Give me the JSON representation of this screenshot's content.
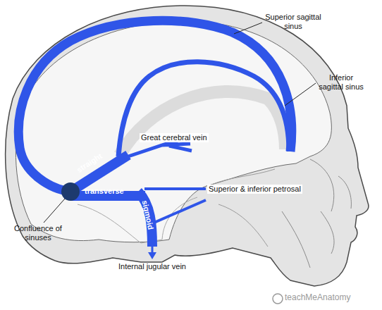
{
  "diagram": {
    "nodes": [
      {
        "text": [
          "straight"
        ]
      },
      {
        "text": [
          "transverse"
        ]
      },
      {
        "text": [
          "sigmoid"
        ]
      }
    ],
    "labels": [
      "Superior sagittal sinus",
      "Inferior sagittal sinus",
      "Great cerebral vein",
      "Superior & inferior petrosal",
      "Confluence of sinuses",
      "Internal jugular vein",
      "teachMeAnatomy"
    ]
  }
}
